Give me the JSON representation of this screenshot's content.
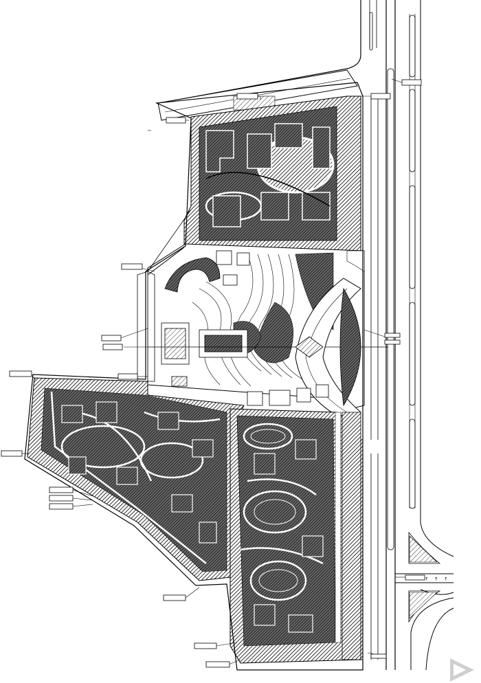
{
  "drawing": {
    "description_visible": false,
    "callouts": [
      {
        "id": "c1",
        "label": ""
      },
      {
        "id": "c2",
        "label": ""
      },
      {
        "id": "c3",
        "label": ""
      },
      {
        "id": "c4",
        "label": ""
      },
      {
        "id": "c5",
        "label": ""
      },
      {
        "id": "c6",
        "label": ""
      },
      {
        "id": "c7",
        "label": ""
      },
      {
        "id": "c8",
        "label": ""
      },
      {
        "id": "c9",
        "label": ""
      },
      {
        "id": "c10",
        "label": ""
      },
      {
        "id": "c11",
        "label": ""
      },
      {
        "id": "c12",
        "label": ""
      },
      {
        "id": "c13",
        "label": ""
      },
      {
        "id": "c14",
        "label": ""
      },
      {
        "id": "c15",
        "label": ""
      },
      {
        "id": "c16",
        "label": ""
      },
      {
        "id": "c17",
        "label": ""
      }
    ],
    "road_markings": [
      "↑",
      "↑",
      "↑"
    ],
    "watermark_shape": "triangle-logo",
    "colors": {
      "ink": "#000000",
      "paper": "#ffffff",
      "hatch": "#000000",
      "watermark": "#cfcfcf"
    }
  }
}
